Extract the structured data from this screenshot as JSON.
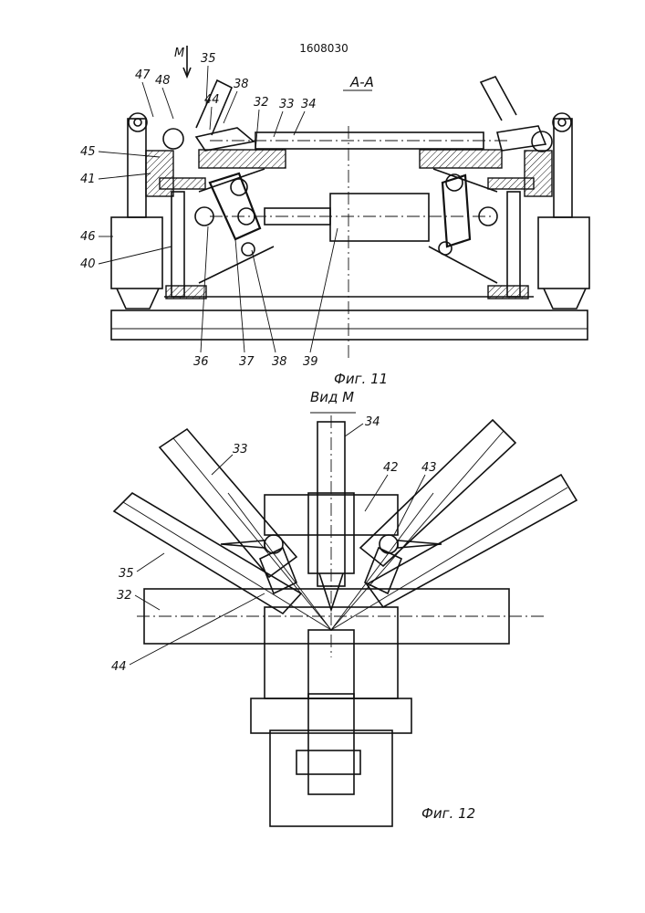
{
  "patent_number": "1608030",
  "fig11": {
    "section_label": "А-А",
    "view_arrow_label": "М",
    "caption": "Фиг. 11",
    "callouts": [
      "35",
      "47",
      "48",
      "38",
      "44",
      "32",
      "33",
      "34",
      "45",
      "41",
      "46",
      "40",
      "36",
      "37",
      "38",
      "39"
    ]
  },
  "fig12": {
    "title": "Вид М",
    "caption": "Фиг. 12",
    "callouts": [
      "34",
      "33",
      "42",
      "43",
      "35",
      "32",
      "44"
    ]
  }
}
